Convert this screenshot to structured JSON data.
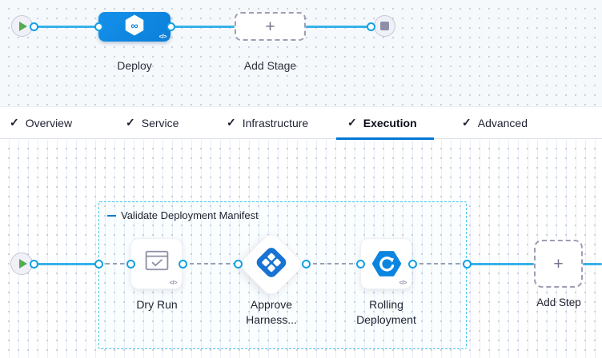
{
  "stage_canvas": {
    "stage_label": "Deploy",
    "add_stage_label": "Add Stage",
    "plus_glyph": "+",
    "code_glyph": "</>",
    "infinity_glyph": "∞"
  },
  "tab_bar": {
    "check_glyph": "✓",
    "tabs": [
      {
        "label": "Overview"
      },
      {
        "label": "Service"
      },
      {
        "label": "Infrastructure"
      },
      {
        "label": "Execution",
        "active": true
      },
      {
        "label": "Advanced"
      }
    ]
  },
  "execution_canvas": {
    "group_label": "Validate Deployment Manifest",
    "steps": [
      {
        "label": "Dry Run",
        "icon": "dry-run-check-window",
        "code_glyph": "</>"
      },
      {
        "label": "Approve Harness...",
        "icon": "harness-approval-diamond"
      },
      {
        "label": "Rolling Deployment",
        "icon": "rolling-deployment",
        "code_glyph": "</>"
      }
    ],
    "add_step_label": "Add Step",
    "plus_glyph": "+"
  },
  "colors": {
    "accent_blue": "#0278d5",
    "connector_blue": "#36b1e9",
    "dashed_connector_gray": "#9aa0b4",
    "group_border_cyan": "#44c5ea",
    "stage_node_blue": "#0d87e0",
    "start_green": "#55ac55",
    "end_gray": "#8f90a8"
  }
}
